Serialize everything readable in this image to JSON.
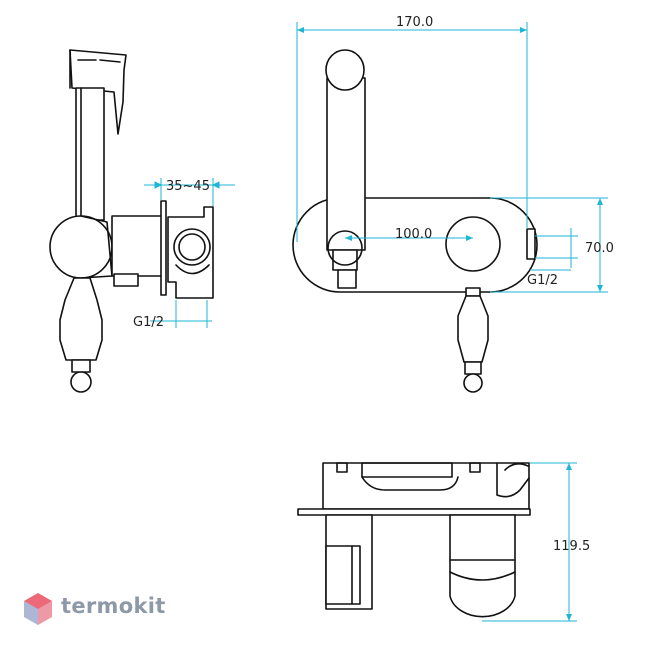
{
  "dimensions": {
    "width_170": "170.0",
    "depth_35_45": "35~45",
    "height_70": "70.0",
    "spacing_100": "100.0",
    "thread_side": "G1/2",
    "thread_front": "G1/2",
    "depth_119_5": "119.5"
  },
  "brand": {
    "name": "termokit",
    "color": "#8e99a7",
    "mark_colors": [
      "#e94b5e",
      "#5aa7e0"
    ]
  },
  "colors": {
    "line": "#111111",
    "dimension": "#1fb6d4"
  }
}
